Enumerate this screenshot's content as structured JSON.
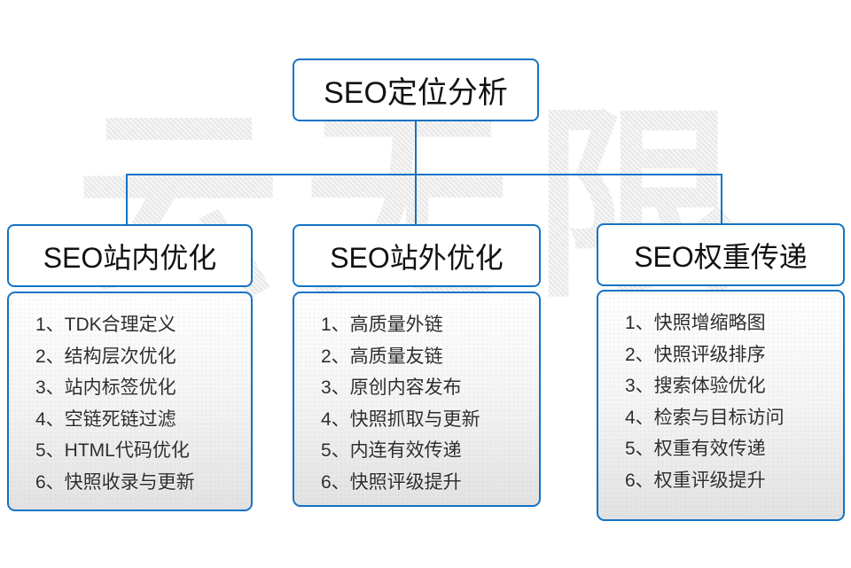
{
  "watermark": {
    "text": "云无限"
  },
  "colors": {
    "accent_blue": "#1373c4",
    "text_dark": "#2d2d2d",
    "watermark_gray": "#ebebeb"
  },
  "root": {
    "label": "SEO定位分析"
  },
  "columns": [
    {
      "header": "SEO站内优化",
      "items": [
        "1、TDK合理定义",
        "2、结构层次优化",
        "3、站内标签优化",
        "4、空链死链过滤",
        "5、HTML代码优化",
        "6、快照收录与更新"
      ]
    },
    {
      "header": "SEO站外优化",
      "items": [
        "1、高质量外链",
        "2、高质量友链",
        "3、原创内容发布",
        "4、快照抓取与更新",
        "5、内连有效传递",
        "6、快照评级提升"
      ]
    },
    {
      "header": "SEO权重传递",
      "items": [
        "1、快照增缩略图",
        "2、快照评级排序",
        "3、搜索体验优化",
        "4、检索与目标访问",
        "5、权重有效传递",
        "6、权重评级提升"
      ]
    }
  ]
}
